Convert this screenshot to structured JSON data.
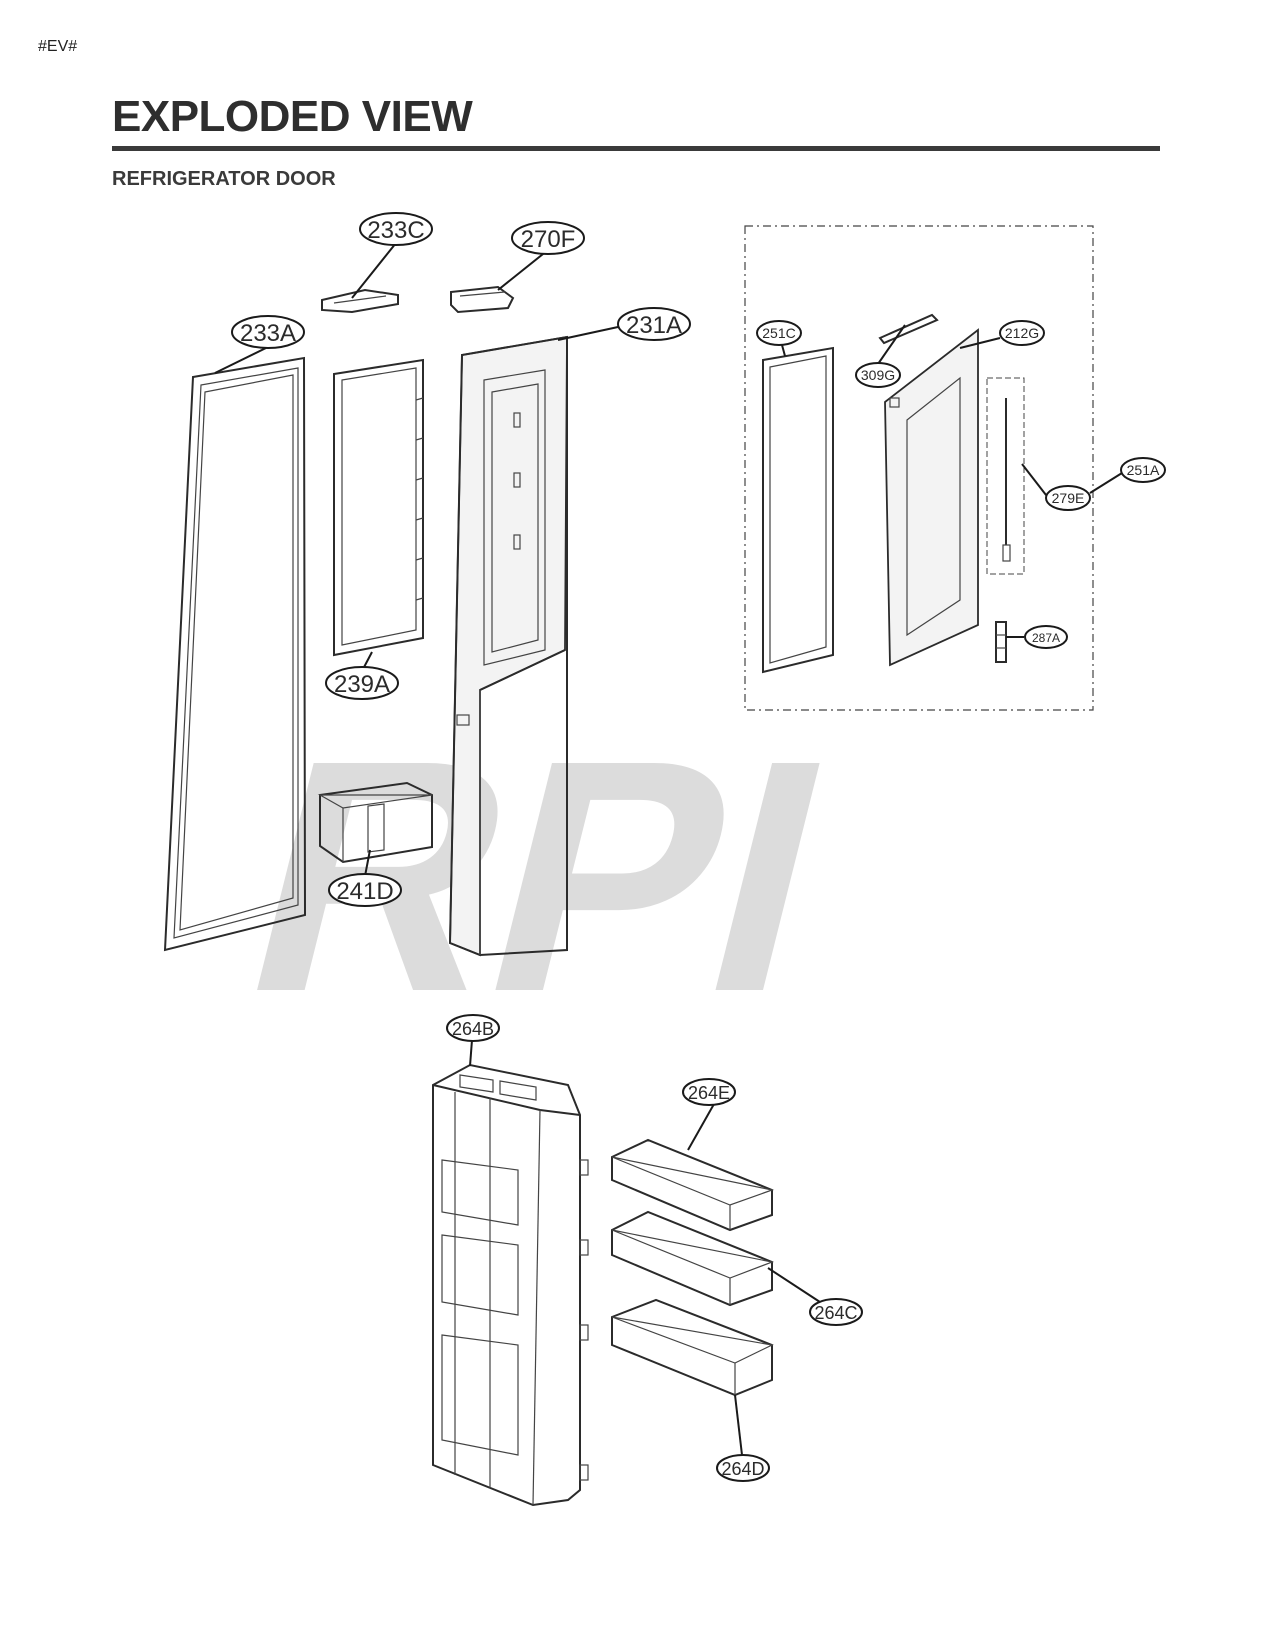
{
  "doc_tag": "#EV#",
  "title": "EXPLODED VIEW",
  "subtitle": "REFRIGERATOR DOOR",
  "watermark": "RPI",
  "callouts": {
    "c233C": "233C",
    "c270F": "270F",
    "c231A": "231A",
    "c233A": "233A",
    "c239A": "239A",
    "c241D": "241D",
    "c251C": "251C",
    "c212G": "212G",
    "c309G": "309G",
    "c279E": "279E",
    "c251A": "251A",
    "c287A": "287A",
    "c264B": "264B",
    "c264E": "264E",
    "c264C": "264C",
    "c264D": "264D"
  }
}
